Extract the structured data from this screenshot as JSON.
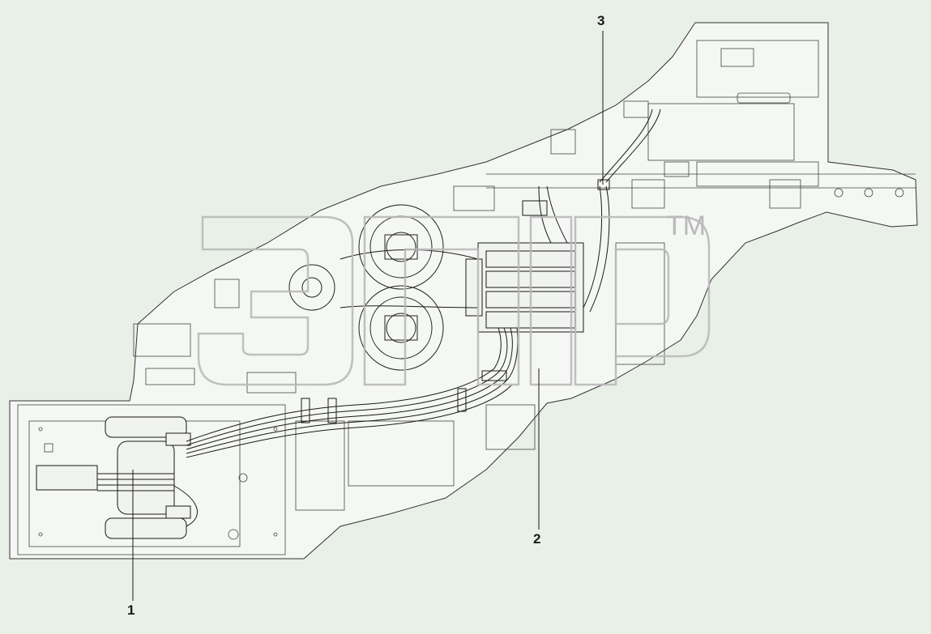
{
  "callouts": {
    "c1": "1",
    "c2": "2",
    "c3": "3"
  },
  "watermark": {
    "trademark": "TM"
  },
  "colors": {
    "background": "#e9f0e7",
    "line": "#1e1e1e",
    "watermark": "#b9b9b9"
  }
}
